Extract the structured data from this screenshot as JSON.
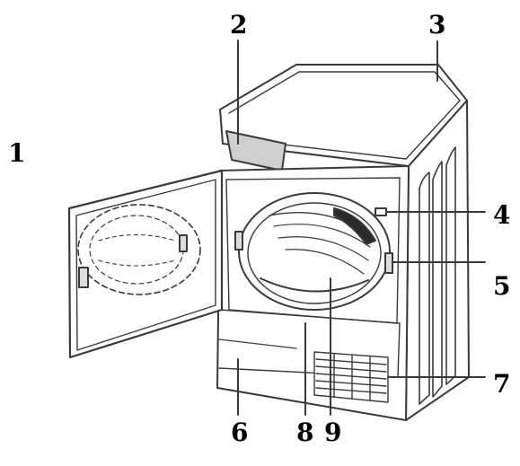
{
  "labels": {
    "l1": "1",
    "l2": "2",
    "l3": "3",
    "l4": "4",
    "l5": "5",
    "l6": "6",
    "l7": "7",
    "l8": "8",
    "l9": "9"
  },
  "colors": {
    "line": "#3a3a3a",
    "shade": "#9a9a9a",
    "background": "#ffffff"
  }
}
